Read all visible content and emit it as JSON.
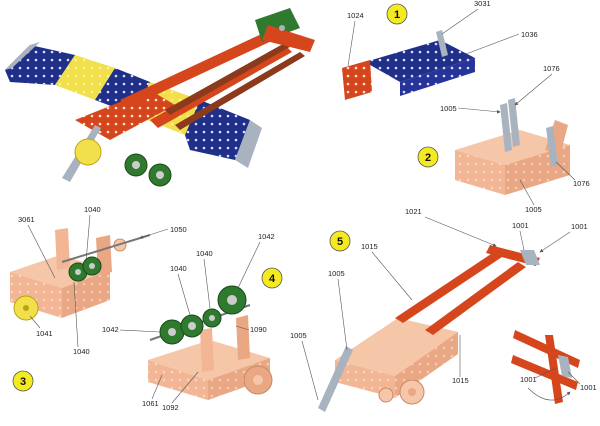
{
  "colors": {
    "blue": "#1f2f8a",
    "yellow": "#f2e04a",
    "red": "#d6461c",
    "salmon": "#f2b694",
    "green": "#2f7a2e",
    "steel": "#a9b3bf",
    "step_badge": "#f4ea22"
  },
  "steps": [
    {
      "number": "1"
    },
    {
      "number": "2"
    },
    {
      "number": "3"
    },
    {
      "number": "4"
    },
    {
      "number": "5"
    }
  ],
  "parts": {
    "s1": [
      "1024",
      "3031",
      "1036"
    ],
    "s2": [
      "1005",
      "1076",
      "1076",
      "1005"
    ],
    "s3": [
      "3061",
      "1040",
      "1050",
      "1041",
      "1040"
    ],
    "s4": [
      "1040",
      "1040",
      "1042",
      "1042",
      "1090",
      "1061",
      "1092"
    ],
    "s5": [
      "1021",
      "1001",
      "1001",
      "1015",
      "1005",
      "1005",
      "1015",
      "1001",
      "1001"
    ]
  }
}
